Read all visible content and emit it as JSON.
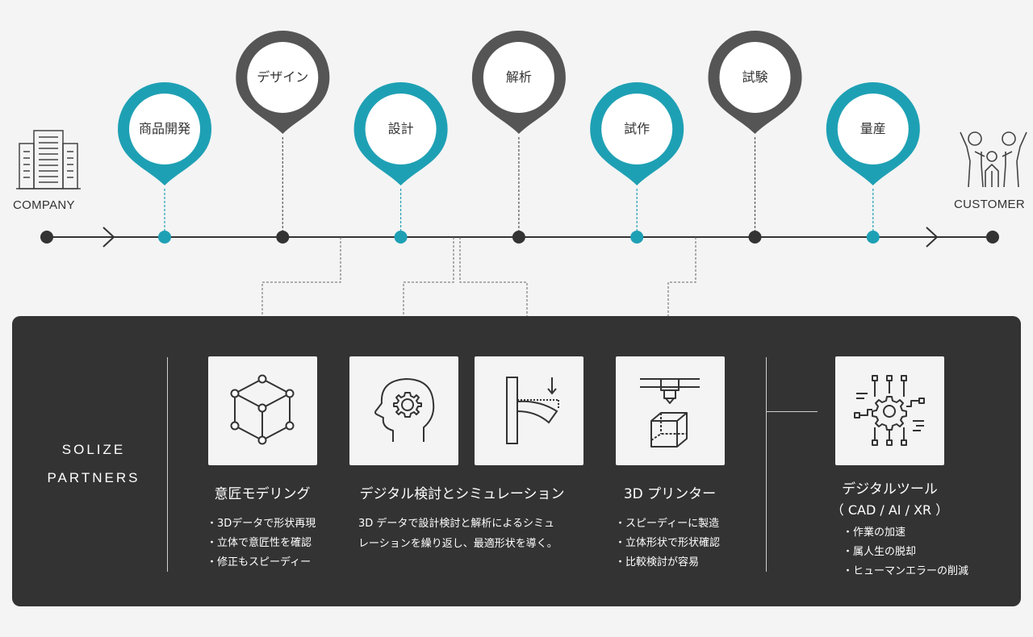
{
  "colors": {
    "teal": "#1ea0b4",
    "gray": "#555555",
    "panel": "#333333",
    "line": "#333333"
  },
  "endpoints": {
    "start": "COMPANY",
    "end": "CUSTOMER"
  },
  "stages": [
    {
      "label": "商品開発",
      "color": "teal"
    },
    {
      "label": "デザイン",
      "color": "gray"
    },
    {
      "label": "設計",
      "color": "teal"
    },
    {
      "label": "解析",
      "color": "gray"
    },
    {
      "label": "試作",
      "color": "teal"
    },
    {
      "label": "試験",
      "color": "gray"
    },
    {
      "label": "量産",
      "color": "teal"
    }
  ],
  "panel": {
    "brand_line1": "SOLIZE",
    "brand_line2": "PARTNERS",
    "services": [
      {
        "title": "意匠モデリング",
        "icon": "cube-icon",
        "bullets": [
          "3Dデータで形状再現",
          "立体で意匠性を確認",
          "修正もスピーディー"
        ]
      },
      {
        "title": "デジタル検討とシミュレーション",
        "icon": "head-gear-icon",
        "desc1": "3D データで設計検討と解析によるシミュ",
        "desc2": "レーションを繰り返し、最適形状を導く。"
      },
      {
        "title": "",
        "icon": "deflection-icon"
      },
      {
        "title": "3D プリンター",
        "icon": "printer-icon",
        "bullets": [
          "スピーディーに製造",
          "立体形状で形状確認",
          "比較検討が容易"
        ]
      }
    ],
    "tools": {
      "title1": "デジタルツール",
      "title2": "（ CAD / AI / XR ）",
      "icon": "circuit-gear-icon",
      "bullets": [
        "作業の加速",
        "属人生の脱却",
        "ヒューマンエラーの削減"
      ]
    }
  }
}
